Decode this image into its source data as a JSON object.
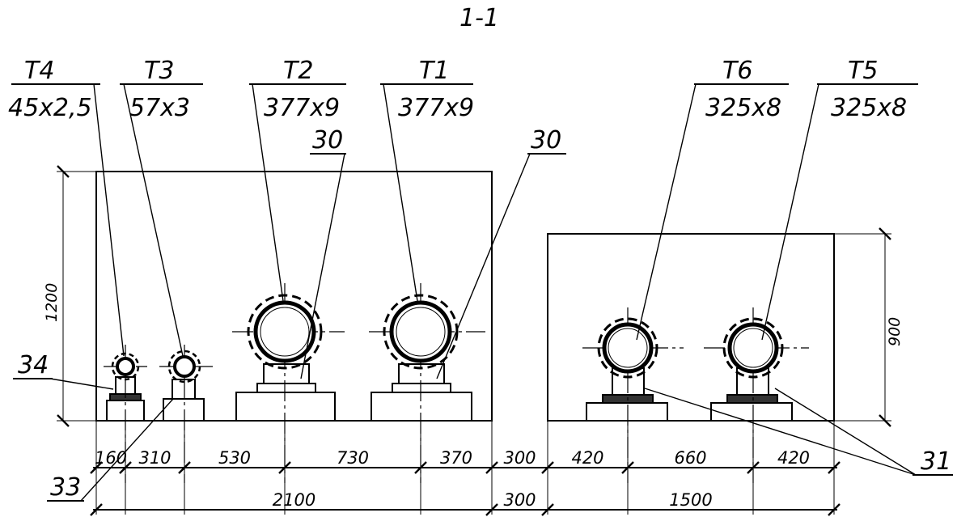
{
  "section_title": "1-1",
  "pipes": [
    {
      "id": "T4",
      "size": "45x2,5"
    },
    {
      "id": "T3",
      "size": "57x3"
    },
    {
      "id": "T2",
      "size": "377x9"
    },
    {
      "id": "T1",
      "size": "377x9"
    },
    {
      "id": "T6",
      "size": "325x8"
    },
    {
      "id": "T5",
      "size": "325x8"
    }
  ],
  "callouts": {
    "support_t2": "30",
    "support_t1": "30",
    "support_t4": "34",
    "support_t3": "33",
    "supports_right": "31"
  },
  "dimensions": {
    "left_height": "1200",
    "right_height": "900",
    "row1": [
      "160",
      "310",
      "530",
      "730",
      "370",
      "300",
      "420",
      "660",
      "420"
    ],
    "row2": [
      "2100",
      "300",
      "1500"
    ]
  }
}
